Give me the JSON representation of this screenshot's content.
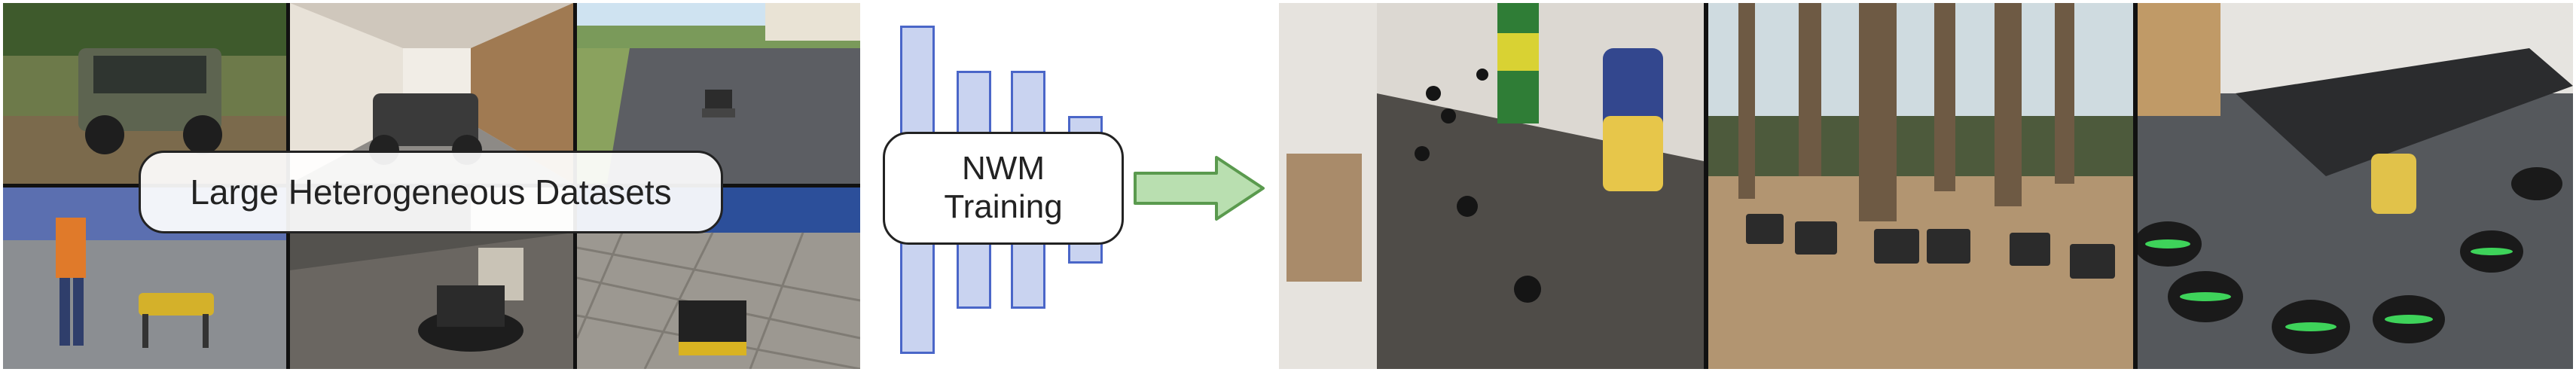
{
  "left_panel": {
    "caption": "Large Heterogeneous Datasets",
    "tiles": [
      {
        "scene": "utv-offroad-vehicle"
      },
      {
        "scene": "rc-car-hallway"
      },
      {
        "scene": "robot-on-road"
      },
      {
        "scene": "quadruped-robot-walking"
      },
      {
        "scene": "robot-on-carpet"
      },
      {
        "scene": "robot-on-patterned-floor"
      }
    ]
  },
  "model": {
    "line1": "NWM",
    "line2": "Training"
  },
  "colors": {
    "bar_fill": "#c9d3f0",
    "bar_border": "#4a66c8",
    "arrow_fill": "#b9dfb0",
    "arrow_border": "#5a9a4e"
  },
  "right_panel": {
    "tiles": [
      {
        "scene": "drone-swarm-office"
      },
      {
        "scene": "ground-robots-forest"
      },
      {
        "scene": "robots-conference-room"
      }
    ]
  }
}
